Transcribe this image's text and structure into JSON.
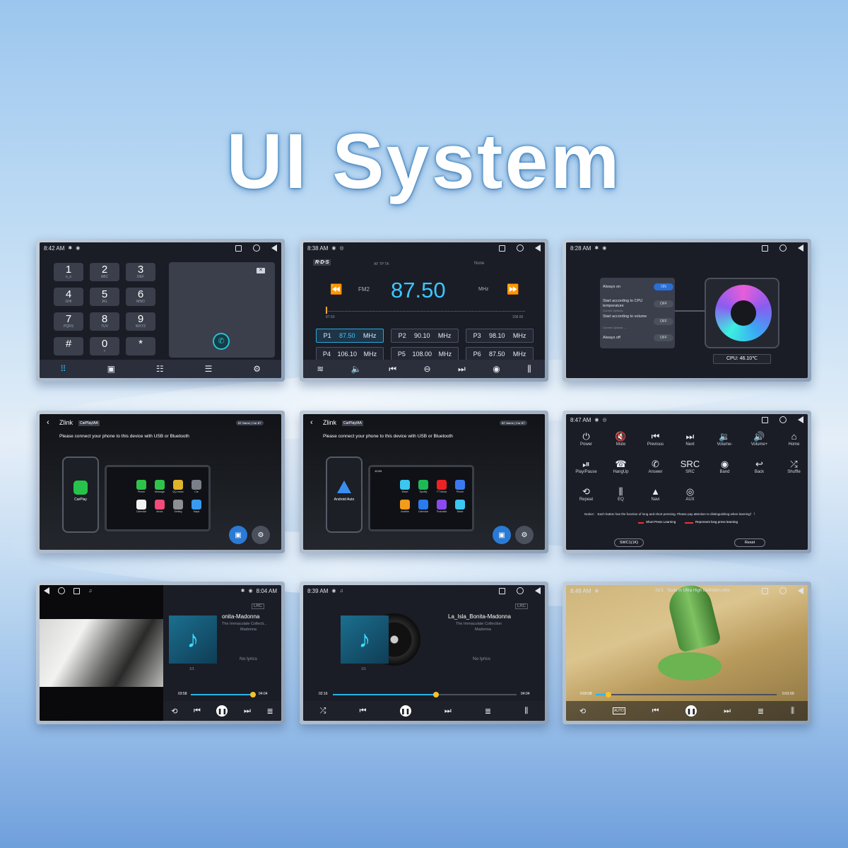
{
  "title": "UI System",
  "p1": {
    "time": "8:42 AM",
    "keys": [
      {
        "d": "1",
        "l": "o_o"
      },
      {
        "d": "2",
        "l": "ABC"
      },
      {
        "d": "3",
        "l": "DEF"
      },
      {
        "d": "4",
        "l": "GHI"
      },
      {
        "d": "5",
        "l": "JKL"
      },
      {
        "d": "6",
        "l": "MNO"
      },
      {
        "d": "7",
        "l": "PQRS"
      },
      {
        "d": "8",
        "l": "TUV"
      },
      {
        "d": "9",
        "l": "WXYZ"
      },
      {
        "d": "#",
        "l": ""
      },
      {
        "d": "0",
        "l": "+"
      },
      {
        "d": "*",
        "l": ""
      }
    ],
    "nav": [
      "dialpad-icon",
      "contacts-icon",
      "call-log-icon",
      "bluetooth-icon",
      "settings-icon"
    ]
  },
  "p2": {
    "time": "8:38 AM",
    "rds": "R·D·S",
    "flags": "AF    TP    TA",
    "pty": "None",
    "band": "FM2",
    "freq": "87.50",
    "unit": "MHz",
    "scale_min": "87.50",
    "scale_max": "108.00",
    "presets": [
      {
        "p": "P1",
        "f": "87.50",
        "u": "MHz"
      },
      {
        "p": "P2",
        "f": "90.10",
        "u": "MHz"
      },
      {
        "p": "P3",
        "f": "98.10",
        "u": "MHz"
      },
      {
        "p": "P4",
        "f": "106.10",
        "u": "MHz"
      },
      {
        "p": "P5",
        "f": "108.00",
        "u": "MHz"
      },
      {
        "p": "P6",
        "f": "87.50",
        "u": "MHz"
      }
    ]
  },
  "p3": {
    "time": "8:28 AM",
    "opts": [
      "Always on",
      "Start according to CPU temperature",
      "Current Options:",
      "Start according to volume",
      "Current Options:   --",
      "Always off"
    ],
    "on": "ON",
    "off": "OFF",
    "cpu": "CPU: 46.10℃"
  },
  "p4": {
    "app": "Zlink",
    "tag": "CarPlay/AA",
    "bt1": "BT Name",
    "bt2": "Car BT",
    "msg": "Please connect your phone to this device with USB or Bluetooth",
    "phone_label": "CarPlay",
    "apps": [
      "Phone",
      "Message",
      "QQ music",
      "Car",
      "Calendar",
      "Music",
      "Setting",
      "Maps"
    ]
  },
  "p5": {
    "app": "Zlink",
    "tag": "CarPlay/AA",
    "bt1": "BT Name",
    "bt2": "Car BT",
    "msg": "Please connect your phone to this device with USB or Bluetooth",
    "phone_label": "Android Auto",
    "clock": "12:53",
    "apps": [
      "Waze",
      "Spotify",
      "YT Music",
      "Phone",
      "Audible",
      "Calendar",
      "Podcasts",
      "Waze"
    ]
  },
  "p6": {
    "time": "8:47 AM",
    "buttons": [
      {
        "i": "⏻",
        "l": "Power"
      },
      {
        "i": "🔇",
        "l": "Mute"
      },
      {
        "i": "⏮",
        "l": "Previous"
      },
      {
        "i": "⏭",
        "l": "Next"
      },
      {
        "i": "🔉",
        "l": "Volume-"
      },
      {
        "i": "🔊",
        "l": "Volume+"
      },
      {
        "i": "⌂",
        "l": "Home"
      },
      {
        "i": "⏯",
        "l": "Play/Pause"
      },
      {
        "i": "☎",
        "l": "HangUp"
      },
      {
        "i": "✆",
        "l": "Answer"
      },
      {
        "i": "SRC",
        "l": "SRC"
      },
      {
        "i": "◉",
        "l": "Band"
      },
      {
        "i": "↩",
        "l": "Back"
      },
      {
        "i": "⤮",
        "l": "Shuffle"
      },
      {
        "i": "⟲",
        "l": "Repeat"
      },
      {
        "i": "⫼",
        "l": "EQ"
      },
      {
        "i": "▲",
        "l": "Navi"
      },
      {
        "i": "◎",
        "l": "AUX"
      }
    ],
    "notice": "Notice： Each button has the function of long and short pressing. Please pay attention to distinguishing when learning！！",
    "short": "Short Press Learning",
    "long": "Represent long press learning",
    "swc": "SWC1(1K)",
    "reset": "Reset"
  },
  "p7": {
    "time": "8:04 AM",
    "song": "onita-Madonna",
    "album": "The Immaculate Collecti...",
    "artist": "Madonna",
    "lyrics": "No lyrics",
    "count": "1/1",
    "cur": "03:58",
    "total": "04:04",
    "progress": 0.98,
    "lrc": "LRC"
  },
  "p8": {
    "time": "8:39 AM",
    "song": "La_Isla_Bonita-Madonna",
    "album": "The Immaculate Collection",
    "artist": "Madonna",
    "lyrics": "No lyrics",
    "count": "1/1",
    "cur": "02:16",
    "total": "04:04",
    "progress": 0.56,
    "lrc": "LRC"
  },
  "p9": {
    "time": "8:48 AM",
    "idx": "01/1",
    "file": "Taste in Ultra High Definition.mkv",
    "cur": "0:00:08",
    "total": "0:01:59",
    "progress": 0.07,
    "auto": "AUTO"
  },
  "colors": {
    "accent": "#2ab3e6",
    "seek_thumb": "#f6c22c",
    "frame": "#1a1d26"
  }
}
